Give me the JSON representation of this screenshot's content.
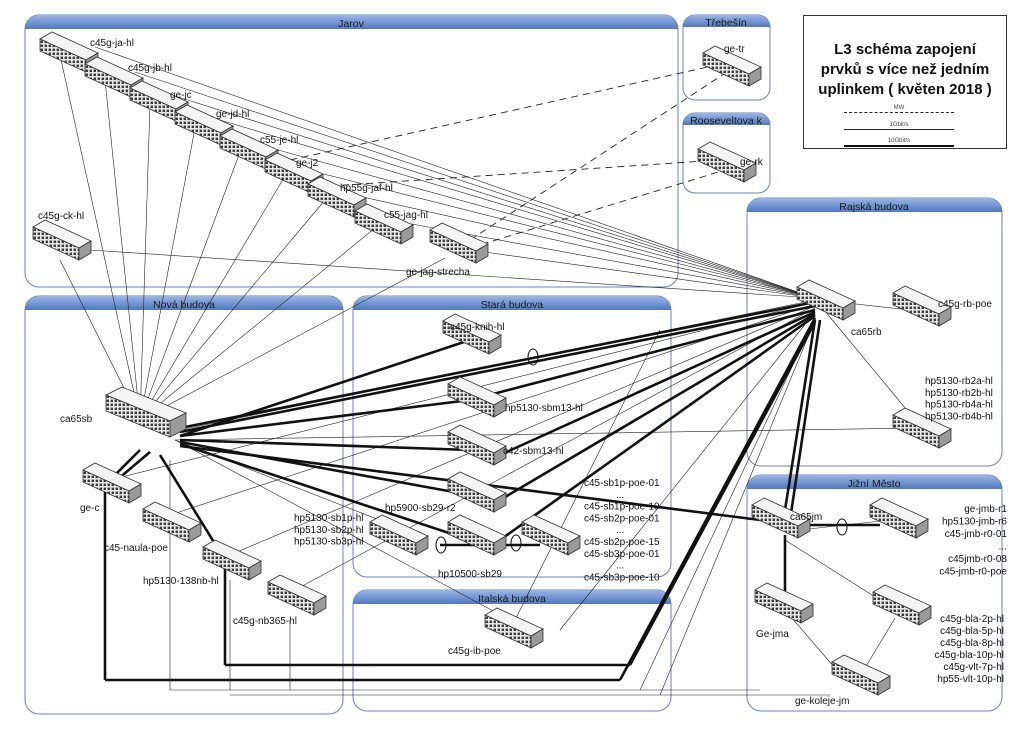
{
  "title": "L3 schéma zapojení\nprvků s více než jedním\nuplinkem ( květen 2018 )",
  "legend": {
    "mw": "MW",
    "g1": "1Gbit/s",
    "g10": "10Gbit/s"
  },
  "colors": {
    "zone_header": "#5b83c7",
    "zone_border": "#6b82b8",
    "link": "#111111"
  },
  "zones": {
    "jarov": "Jarov",
    "trebesin": "Třebešín",
    "rooseveltova": "Rooseveltova k",
    "rajska": "Rajská budova",
    "nova": "Nová budova",
    "stara": "Stará budova",
    "italska": "Italská budova",
    "jizni": "Jižní Město"
  },
  "devices": {
    "c45g_ja_hl": "c45g-ja-hl",
    "c45g_jb_hl": "c45g-jb-hl",
    "ge_jc": "ge-jc",
    "ge_jd_hl": "ge-jd-hl",
    "c55_je_hl": "c55-je-hl",
    "ge_j2": "ge-j2",
    "hp55g_jaf_hl": "hp55g-jaf-hl",
    "c55_jag_hl": "c55-jag-hl",
    "ge_jag_strecha": "ge-jag-strecha",
    "c45g_ck_hl": "c45g-ck-hl",
    "ge_tr": "ge-tr",
    "ge_rk": "ge-rk",
    "ca65rb": "ca65rb",
    "c45g_rb_poe": "c45g-rb-poe",
    "ca65sb": "ca65sb",
    "ge_c": "ge-c",
    "c45_naula_poe": "c45-naula-poe",
    "hp5130_138nb_hl": "hp5130-138nb-hl",
    "c45g_nb365_hl": "c45g-nb365-hl",
    "c45g_knih_hl": "c45g-knih-hl",
    "hp5130_sbm13_hl": "hp5130-sbm13-hl",
    "c42_sbm13_hl": "c42-sbm13-hl",
    "hp5900_sb29_r2": "hp5900-sb29-r2",
    "hp10500_sb29": "hp10500-sb29",
    "c45g_ib_poe": "c45g-ib-poe",
    "ca65jm": "ca65jm",
    "ge_jma": "Ge-jma",
    "ge_koleje_jm": "ge-koleje-jm"
  },
  "label_groups": {
    "rajska_switches": [
      "hp5130-rb2a-hl",
      "hp5130-rb2b-hl",
      "hp5130-rb4a-hl",
      "hp5130-rb4b-hl"
    ],
    "sb_stack": [
      "hp5130-sb1p-hl",
      "hp5130-sb2p-hl",
      "hp5130-sb3p-hl"
    ],
    "sb_poe": [
      "c45-sb1p-poe-01",
      "...",
      "c45-sb1p-poe-19",
      "c45-sb2p-poe-01",
      "...",
      "c45-sb2p-poe-15",
      "c45-sb3p-poe-01",
      "...",
      "c45-sb3p-poe-10"
    ],
    "jmb": [
      "ge-jmb-r1",
      "hp5130-jmb-r6",
      "c45-jmb-r0-01",
      "...",
      "c45jmb-r0-08",
      "c45-jmb-r0-poe"
    ],
    "bla": [
      "c45g-bla-2p-hl",
      "c45g-bla-5p-hl",
      "c45g-bla-8p-hl",
      "c45g-bla-10p-hl",
      "c45g-vlt-7p-hl",
      "hp55-vlt-10p-hl"
    ]
  }
}
